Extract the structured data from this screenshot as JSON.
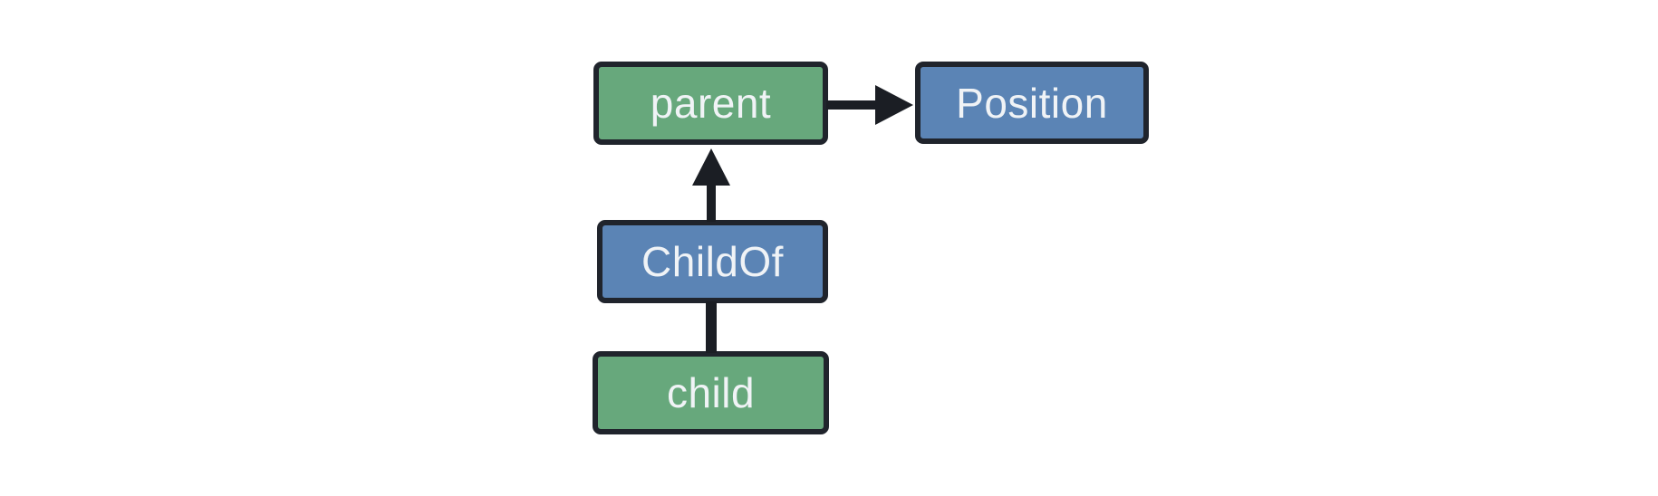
{
  "diagram": {
    "nodes": [
      {
        "id": "parent",
        "label": "parent",
        "fill": "#67a87c"
      },
      {
        "id": "Position",
        "label": "Position",
        "fill": "#5b84b5"
      },
      {
        "id": "ChildOf",
        "label": "ChildOf",
        "fill": "#5b84b5"
      },
      {
        "id": "child",
        "label": "child",
        "fill": "#67a87c"
      }
    ],
    "edges": [
      {
        "from": "parent",
        "to": "Position",
        "style": "arrow"
      },
      {
        "from": "ChildOf",
        "to": "parent",
        "style": "arrow"
      },
      {
        "from": "child",
        "to": "ChildOf",
        "style": "line"
      }
    ],
    "colors": {
      "background": "#ffffff",
      "entity_fill": "#67a87c",
      "relation_fill": "#5b84b5",
      "node_border": "#20242c",
      "edge": "#1b1e24",
      "label_text": "#f0f3f6"
    }
  }
}
